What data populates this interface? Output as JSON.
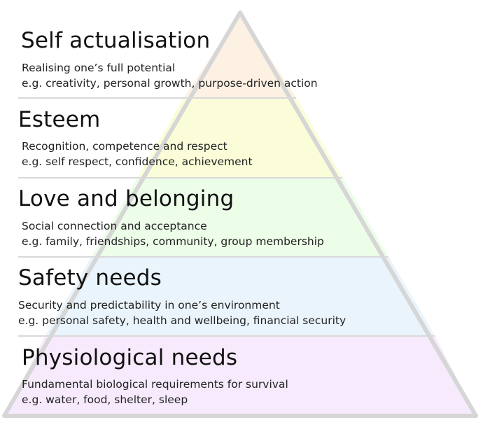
{
  "diagram": {
    "type": "pyramid",
    "outline_color": "#d6d6d6",
    "divider_color": "#d9d9d9",
    "tiers": [
      {
        "title": "Self actualisation",
        "description": "Realising one’s full potential",
        "examples": "e.g. creativity, personal growth, purpose-driven action",
        "fill": "#fdf1e3"
      },
      {
        "title": "Esteem",
        "description": "Recognition, competence and respect",
        "examples": "e.g. self respect, confidence, achievement",
        "fill": "#fbfdd9"
      },
      {
        "title": "Love and belonging",
        "description": "Social connection and acceptance",
        "examples": "e.g. family, friendships, community, group membership",
        "fill": "#ecfde8"
      },
      {
        "title": "Safety needs",
        "description": "Security and predictability in one’s environment",
        "examples": "e.g. personal safety, health and wellbeing, financial security",
        "fill": "#eaf4fc"
      },
      {
        "title": "Physiological needs",
        "description": "Fundamental biological requirements for survival",
        "examples": "e.g. water, food, shelter, sleep",
        "fill": "#f6eafc"
      }
    ]
  }
}
